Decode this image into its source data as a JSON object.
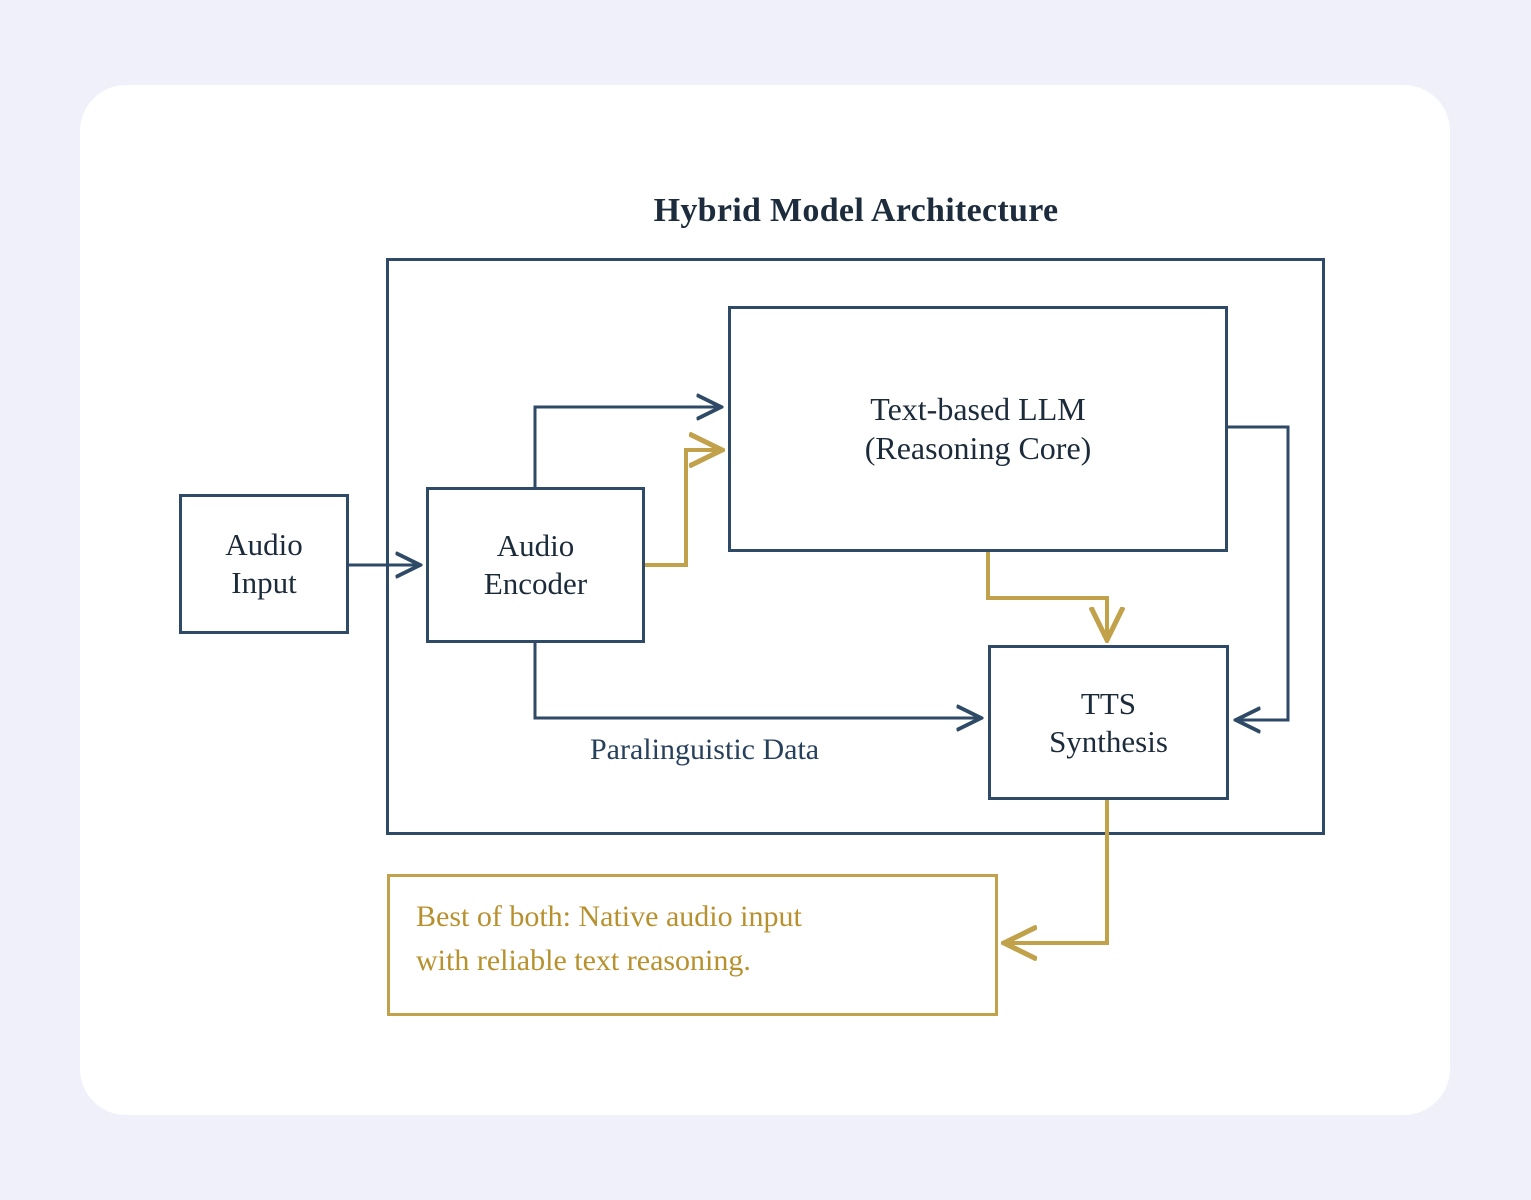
{
  "page": {
    "background_color": "#eff0fa",
    "card_color": "#ffffff"
  },
  "diagram": {
    "title": "Hybrid Model Architecture",
    "type": "flowchart",
    "colors": {
      "primary_navy": "#2e4a66",
      "text_navy": "#1c2b3a",
      "accent_gold": "#c2a14b",
      "gold_text": "#b8912f"
    },
    "nodes": [
      {
        "id": "audio-input",
        "label_line1": "Audio",
        "label_line2": "Input",
        "color": "#2e4a66",
        "inside_container": false
      },
      {
        "id": "audio-encoder",
        "label_line1": "Audio",
        "label_line2": "Encoder",
        "color": "#2e4a66",
        "inside_container": true
      },
      {
        "id": "text-llm",
        "label_line1": "Text-based LLM",
        "label_line2": "(Reasoning Core)",
        "color": "#2e4a66",
        "inside_container": true
      },
      {
        "id": "tts-synthesis",
        "label_line1": "TTS",
        "label_line2": "Synthesis",
        "color": "#2e4a66",
        "inside_container": true
      }
    ],
    "container": {
      "id": "hybrid-model-container",
      "label": "Hybrid Model Architecture"
    },
    "edges": [
      {
        "id": "input-to-encoder",
        "from": "audio-input",
        "to": "audio-encoder",
        "color": "#2e4a66",
        "label": ""
      },
      {
        "id": "encoder-to-llm-transcript",
        "from": "audio-encoder",
        "to": "text-llm",
        "color": "#2e4a66",
        "label": ""
      },
      {
        "id": "encoder-to-llm-gold",
        "from": "audio-encoder",
        "to": "text-llm",
        "color": "#c2a14b",
        "label": ""
      },
      {
        "id": "encoder-to-tts-paralinguistic",
        "from": "audio-encoder",
        "to": "tts-synthesis",
        "color": "#2e4a66",
        "label": "Paralinguistic Data"
      },
      {
        "id": "llm-to-tts",
        "from": "text-llm",
        "to": "tts-synthesis",
        "color": "#c2a14b",
        "label": ""
      },
      {
        "id": "llm-feedback-to-tts",
        "from": "text-llm",
        "to": "tts-synthesis",
        "color": "#2e4a66",
        "label": ""
      },
      {
        "id": "tts-to-callout",
        "from": "tts-synthesis",
        "to": "callout",
        "color": "#c2a14b",
        "label": ""
      }
    ],
    "edge_labels": {
      "paralinguistic": "Paralinguistic Data"
    },
    "callout": {
      "id": "callout",
      "line1": "Best of both: Native audio input",
      "line2": "with reliable text reasoning.",
      "border_color": "#c2a14b",
      "text_color": "#b8912f"
    }
  }
}
